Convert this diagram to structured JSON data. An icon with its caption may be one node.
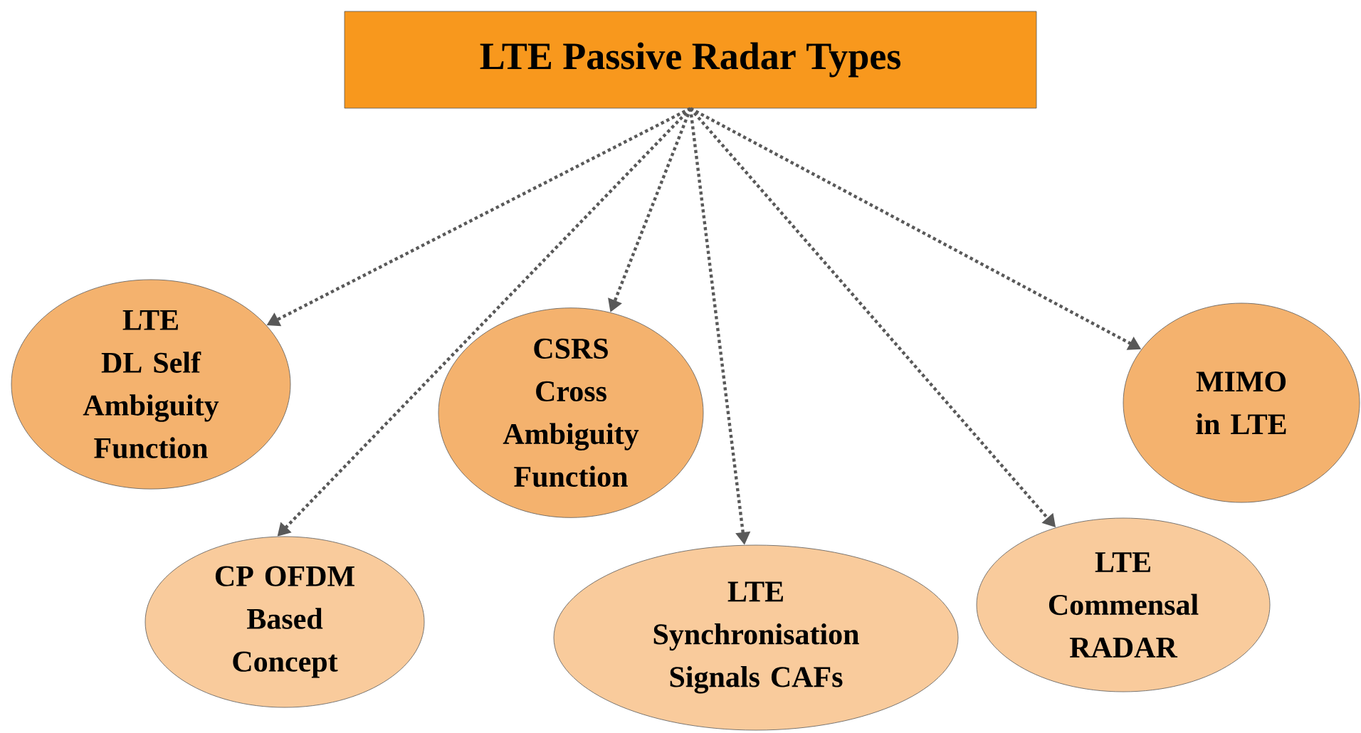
{
  "diagram": {
    "nodes": [
      {
        "text": [
          "LTE Passive Radar Types"
        ]
      },
      {
        "text": [
          "LTE DL Self Ambiguity Function"
        ]
      },
      {
        "text": [
          "CSRS Cross Ambiguity Function"
        ]
      },
      {
        "text": [
          "MIMO in LTE"
        ]
      },
      {
        "text": [
          "CP OFDM Based Concept"
        ]
      },
      {
        "text": [
          "LTE Synchronisation Signals CAFs"
        ]
      },
      {
        "text": [
          "LTE Commensal RADAR"
        ]
      }
    ],
    "edges": [
      {
        "from": 0,
        "to": 1,
        "arrow": "to"
      },
      {
        "from": 0,
        "to": 4,
        "arrow": "to"
      },
      {
        "from": 0,
        "to": 2,
        "arrow": "to"
      },
      {
        "from": 0,
        "to": 5,
        "arrow": "to"
      },
      {
        "from": 0,
        "to": 6,
        "arrow": "to"
      },
      {
        "from": 0,
        "to": 3,
        "arrow": "to"
      }
    ]
  }
}
